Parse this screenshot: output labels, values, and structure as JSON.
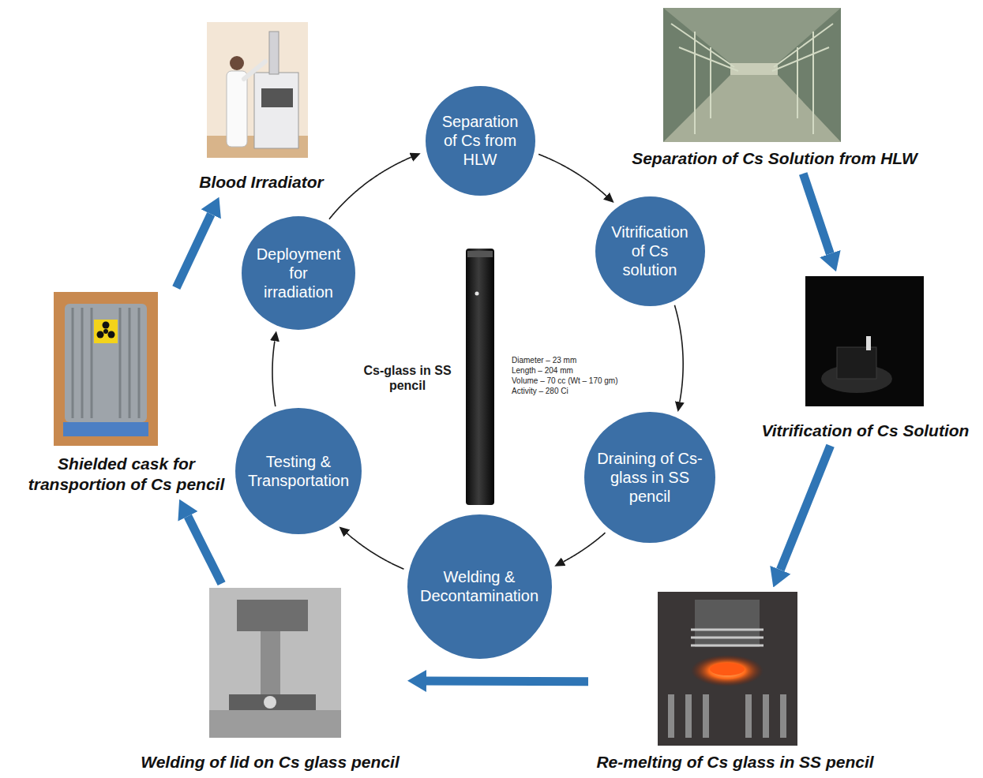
{
  "diagram": {
    "nodes": [
      {
        "text": [
          "Separation of Cs from HLW"
        ]
      },
      {
        "text": [
          "Vitrification of Cs solution"
        ]
      },
      {
        "text": [
          "Draining of Cs-glass in SS pencil"
        ]
      },
      {
        "text": [
          "Welding & Decontamination"
        ]
      },
      {
        "text": [
          "Testing & Transportation"
        ]
      },
      {
        "text": [
          "Deployment for irradiation"
        ]
      },
      {
        "text": [
          "Separation of Cs Solution from HLW"
        ]
      },
      {
        "text": [
          "Vitrification of Cs Solution"
        ]
      },
      {
        "text": [
          "Re-melting of Cs glass in SS pencil"
        ]
      },
      {
        "text": [
          "Welding of lid on Cs glass pencil"
        ]
      },
      {
        "text": [
          "Shielded cask for transportion of Cs pencil"
        ]
      },
      {
        "text": [
          "Blood Irradiator"
        ]
      }
    ],
    "edges": [
      {
        "from": 0,
        "to": 1,
        "arrow": "to"
      },
      {
        "from": 1,
        "to": 2,
        "arrow": "to"
      },
      {
        "from": 2,
        "to": 3,
        "arrow": "to"
      },
      {
        "from": 3,
        "to": 4,
        "arrow": "to"
      },
      {
        "from": 4,
        "to": 5,
        "arrow": "to"
      },
      {
        "from": 5,
        "to": 0,
        "arrow": "to"
      },
      {
        "from": 6,
        "to": 7,
        "arrow": "to"
      },
      {
        "from": 7,
        "to": 8,
        "arrow": "to"
      },
      {
        "from": 8,
        "to": 9,
        "arrow": "to"
      },
      {
        "from": 9,
        "to": 10,
        "arrow": "to"
      },
      {
        "from": 10,
        "to": 11,
        "arrow": "to"
      }
    ],
    "labels": [
      "Cs-glass in SS pencil",
      "Diameter – 23 mm",
      "Length – 204 mm",
      "Volume – 70 cc (Wt – 170 gm)",
      "Activity – 280 Ci"
    ]
  }
}
